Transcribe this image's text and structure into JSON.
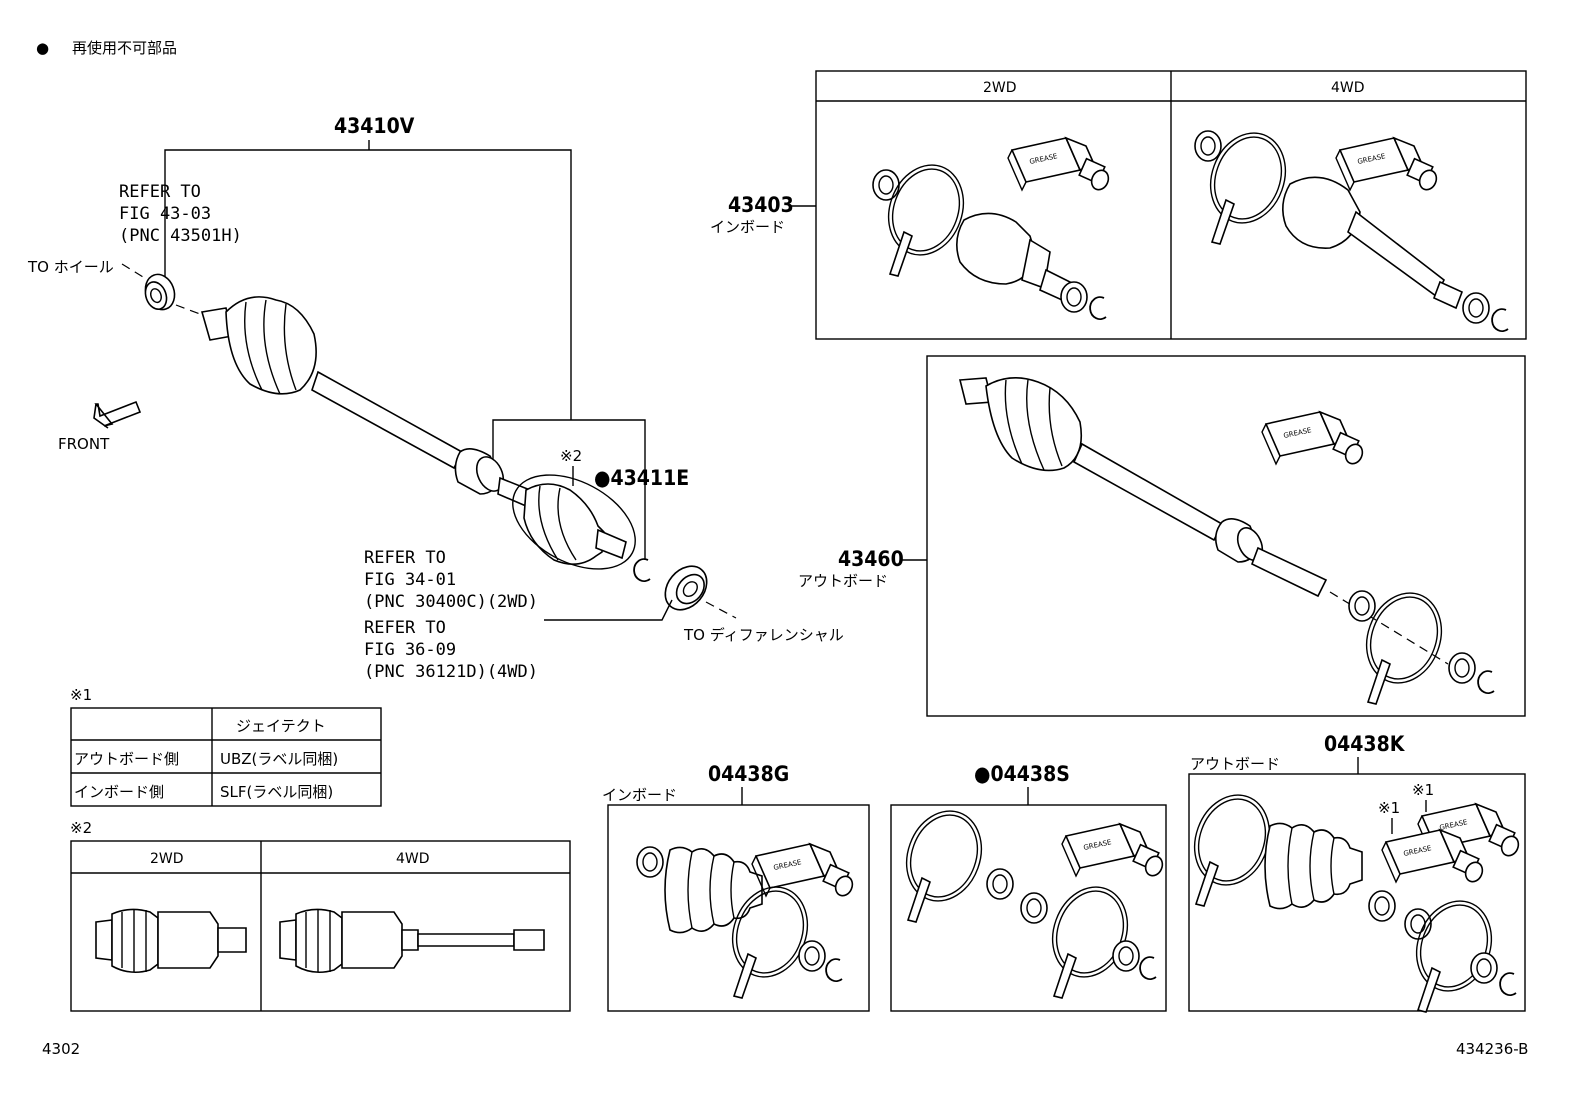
{
  "legend": {
    "bullet": "●",
    "text": "再使用不可部品"
  },
  "main": {
    "assembly_pn": "43410V",
    "refer_wheel": [
      "REFER TO",
      "FIG 43-03",
      "(PNC 43501H)"
    ],
    "to_wheel": "TO ホイール",
    "front_label": "FRONT",
    "inner_part_pn": "●43411E",
    "note2_mark": "※2",
    "refer_diff_1": [
      "REFER TO",
      "FIG 34-01",
      "(PNC 30400C)(2WD)"
    ],
    "refer_diff_2": [
      "REFER TO",
      "FIG 36-09",
      "(PNC 36121D)(4WD)"
    ],
    "to_diff": "TO ディファレンシャル"
  },
  "inboard_kit": {
    "pn": "43403",
    "label": "インボード",
    "col1": "2WD",
    "col2": "4WD"
  },
  "outboard_kit": {
    "pn": "43460",
    "label": "アウトボード"
  },
  "boot_kits": [
    {
      "pn": "04438G",
      "label": "インボード"
    },
    {
      "pn": "●04438S",
      "label": ""
    },
    {
      "pn": "04438K",
      "label": "アウトボード",
      "mark1": "※1",
      "mark2": "※1"
    }
  ],
  "note1": {
    "mark": "※1",
    "header": [
      "",
      "ジェイテクト"
    ],
    "rows": [
      [
        "アウトボード側",
        "UBZ(ラベル同梱)"
      ],
      [
        "インボード側",
        "SLF(ラベル同梱)"
      ]
    ]
  },
  "note2": {
    "mark": "※2",
    "col1": "2WD",
    "col2": "4WD"
  },
  "grease_text": "GREASE",
  "footer": {
    "left": "4302",
    "right": "434236-B"
  }
}
